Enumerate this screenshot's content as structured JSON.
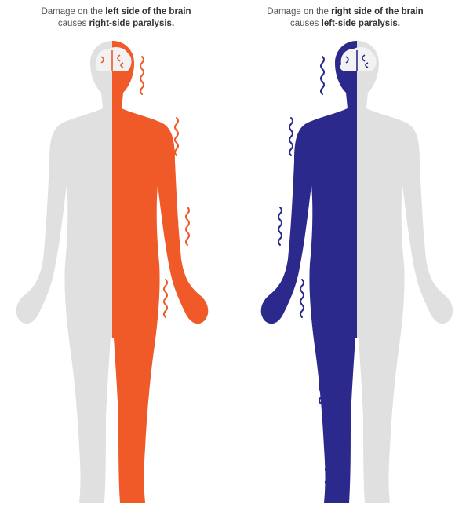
{
  "left_caption": {
    "prefix": "Damage on the ",
    "emphasis": "left side of the brain",
    "line2_prefix": "causes ",
    "line2_emphasis": "right-side paralysis."
  },
  "right_caption": {
    "prefix": "Damage on the ",
    "emphasis": "right side of the brain",
    "line2_prefix": "causes ",
    "line2_emphasis": "left-side paralysis."
  },
  "colors": {
    "body_gray": "#e0e0e0",
    "left_highlight": "#ef5a28",
    "right_highlight": "#2b2a8c",
    "brain_fill": "#f2f2f2",
    "brain_stroke_left": "#ef5a28",
    "brain_stroke_right": "#2b2a8c"
  },
  "icons": {
    "left_figure": "human-body-right-side-highlighted",
    "right_figure": "human-body-left-side-highlighted",
    "brain": "brain-icon",
    "tremor": "wavy-line-icon"
  }
}
